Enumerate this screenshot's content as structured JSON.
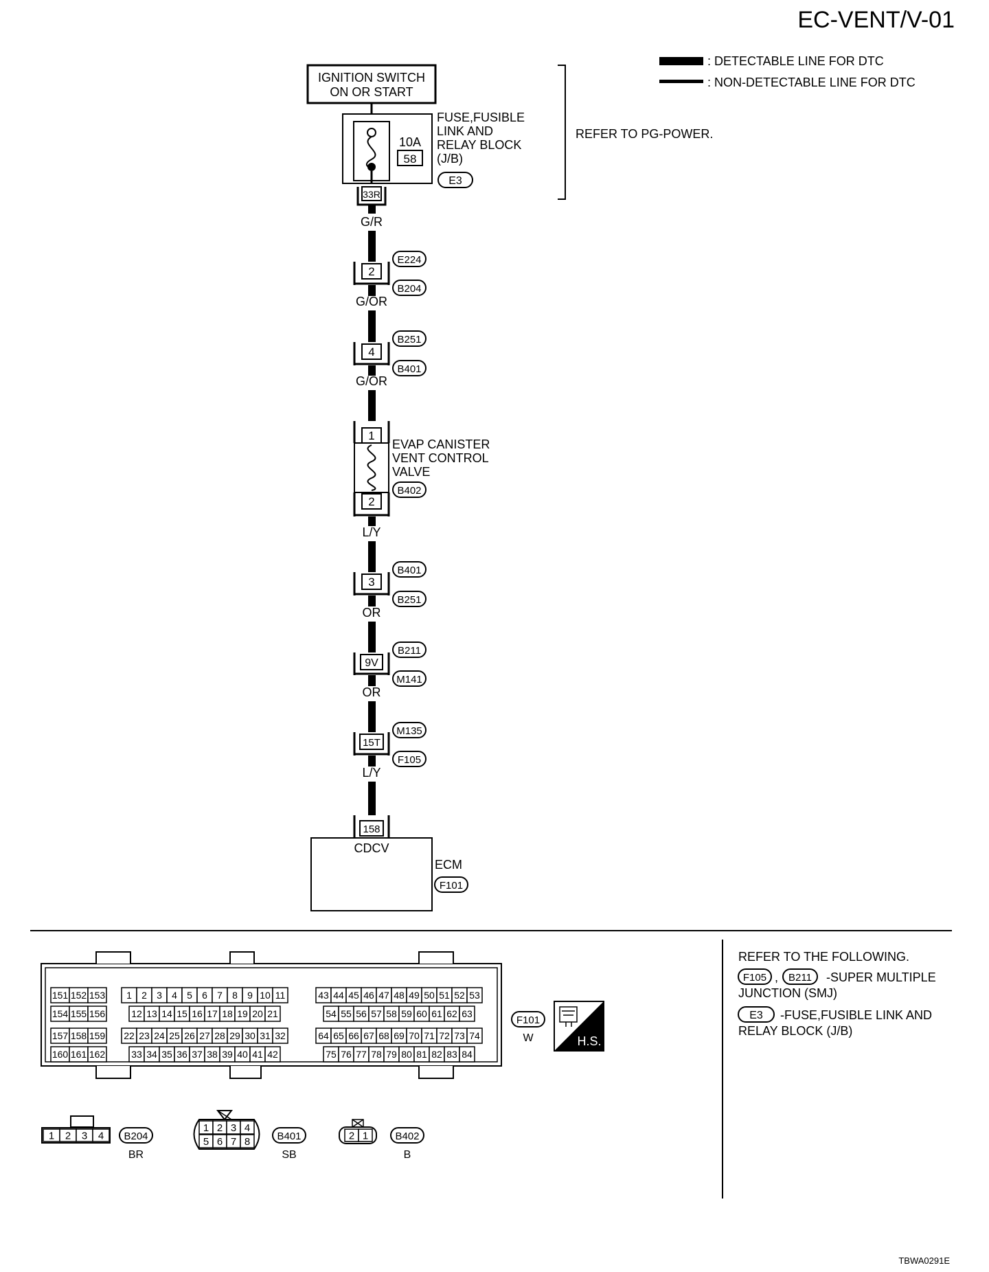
{
  "page": {
    "title": "EC-VENT/V-01",
    "footer_code": "TBWA0291E"
  },
  "legend": {
    "detectable": ": DETECTABLE LINE FOR DTC",
    "non_detectable": ": NON-DETECTABLE LINE FOR DTC"
  },
  "circuit": {
    "ignition_line1": "IGNITION SWITCH",
    "ignition_line2": "ON OR START",
    "fuse_block_line1": "FUSE,FUSIBLE",
    "fuse_block_line2": "LINK AND",
    "fuse_block_line3": "RELAY BLOCK",
    "fuse_block_line4": "(J/B)",
    "fuse_rating": "10A",
    "fuse_number": "58",
    "fuse_connector": "E3",
    "fuse_terminal": "33R",
    "refer_power": "REFER TO PG-POWER.",
    "wires": [
      "G/R",
      "G/OR",
      "G/OR",
      "L/Y",
      "OR",
      "OR",
      "L/Y"
    ],
    "junctions": [
      {
        "terminal": "2",
        "top": "E224",
        "bottom": "B204"
      },
      {
        "terminal": "4",
        "top": "B251",
        "bottom": "B401"
      },
      {
        "terminal": "3",
        "top": "B401",
        "bottom": "B251"
      },
      {
        "terminal": "9V",
        "top": "B211",
        "bottom": "M141"
      },
      {
        "terminal": "15T",
        "top": "M135",
        "bottom": "F105"
      }
    ],
    "valve": {
      "line1": "EVAP CANISTER",
      "line2": "VENT CONTROL",
      "line3": "VALVE",
      "connector": "B402",
      "pin_top": "1",
      "pin_bottom": "2"
    },
    "ecm": {
      "terminal": "158",
      "signal": "CDCV",
      "label": "ECM",
      "connector": "F101"
    }
  },
  "connectors": {
    "ecm_connector": {
      "id": "F101",
      "color": "W",
      "hs_label": "H.S.",
      "block_a": [
        [
          "151",
          "152",
          "153"
        ],
        [
          "154",
          "155",
          "156"
        ],
        [
          "157",
          "158",
          "159"
        ],
        [
          "160",
          "161",
          "162"
        ]
      ],
      "block_b": [
        [
          "1",
          "2",
          "3",
          "4",
          "5",
          "6",
          "7",
          "8",
          "9",
          "10",
          "11"
        ],
        [
          "12",
          "13",
          "14",
          "15",
          "16",
          "17",
          "18",
          "19",
          "20",
          "21"
        ],
        [
          "22",
          "23",
          "24",
          "25",
          "26",
          "27",
          "28",
          "29",
          "30",
          "31",
          "32"
        ],
        [
          "33",
          "34",
          "35",
          "36",
          "37",
          "38",
          "39",
          "40",
          "41",
          "42"
        ]
      ],
      "block_c": [
        [
          "43",
          "44",
          "45",
          "46",
          "47",
          "48",
          "49",
          "50",
          "51",
          "52",
          "53"
        ],
        [
          "54",
          "55",
          "56",
          "57",
          "58",
          "59",
          "60",
          "61",
          "62",
          "63"
        ],
        [
          "64",
          "65",
          "66",
          "67",
          "68",
          "69",
          "70",
          "71",
          "72",
          "73",
          "74"
        ],
        [
          "75",
          "76",
          "77",
          "78",
          "79",
          "80",
          "81",
          "82",
          "83",
          "84"
        ]
      ]
    },
    "b204": {
      "id": "B204",
      "color": "BR",
      "pins": [
        "1",
        "2",
        "3",
        "4"
      ]
    },
    "b401": {
      "id": "B401",
      "color": "SB",
      "pins_top": [
        "1",
        "2",
        "3",
        "4"
      ],
      "pins_bottom": [
        "5",
        "6",
        "7",
        "8"
      ]
    },
    "b402": {
      "id": "B402",
      "color": "B",
      "pins": [
        "2",
        "1"
      ]
    }
  },
  "refer": {
    "heading": "REFER TO THE FOLLOWING.",
    "smj_conn1": "F105",
    "smj_conn2": "B211",
    "smj_text_line1": "-SUPER MULTIPLE",
    "smj_text_line2": "JUNCTION (SMJ)",
    "jb_conn": "E3",
    "jb_text_line1": "-FUSE,FUSIBLE LINK AND",
    "jb_text_line2": "RELAY BLOCK (J/B)"
  }
}
